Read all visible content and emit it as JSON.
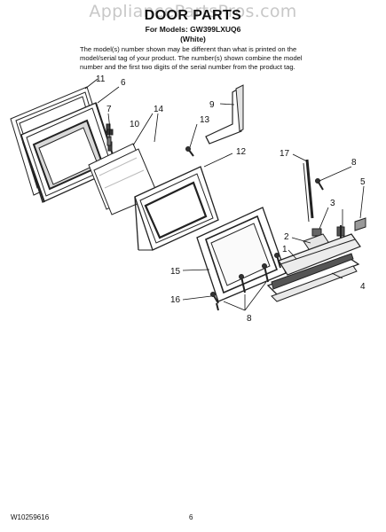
{
  "watermark": "AppliancePartsPros.com",
  "header": {
    "title": "DOOR PARTS",
    "models": "For Models: GW399LXUQ6",
    "color": "(White)",
    "note": "The model(s) number shown may be different than what is printed on the model/serial tag of your product. The number(s) shown combine the model number and the first two digits of the serial number from the product tag."
  },
  "callouts": {
    "c11": "11",
    "c6": "6",
    "c7": "7",
    "c10": "10",
    "c14": "14",
    "c13": "13",
    "c9": "9",
    "c12": "12",
    "c17": "17",
    "c8a": "8",
    "c5": "5",
    "c3": "3",
    "c2": "2",
    "c1": "1",
    "c15": "15",
    "c4": "4",
    "c16": "16",
    "c8b": "8"
  },
  "footer": {
    "doc_number": "W10259616",
    "page_number": "6"
  }
}
